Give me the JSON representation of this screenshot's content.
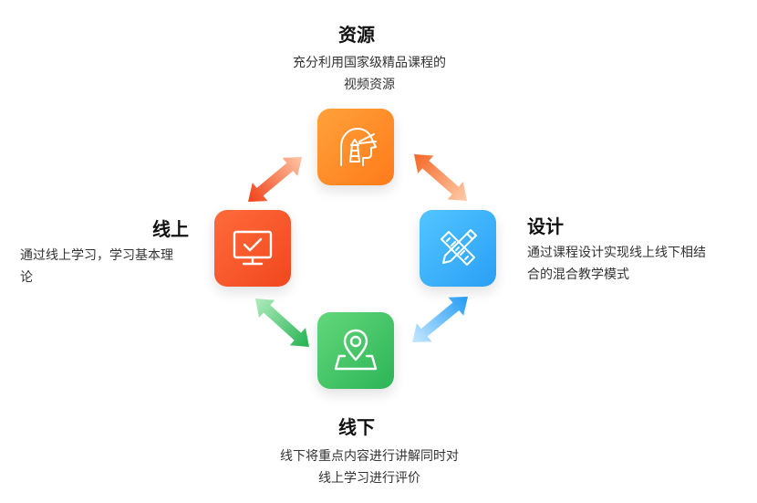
{
  "nodes": {
    "resources": {
      "title": "资源",
      "desc_line1": "充分利用国家级精品课程的",
      "desc_line2": "视频资源",
      "color_from": "#ffa23a",
      "color_to": "#ff7a1a",
      "icon": "lighthouse-head-icon"
    },
    "design": {
      "title": "设计",
      "desc_line1": "通过课程设计实现线上线下相结",
      "desc_line2": "合的混合教学模式",
      "color_from": "#52c5ff",
      "color_to": "#2a9ff5",
      "icon": "ruler-pencil-icon"
    },
    "offline": {
      "title": "线下",
      "desc_line1": "线下将重点内容进行讲解同时对",
      "desc_line2": "线上学习进行评价",
      "color_from": "#62d77a",
      "color_to": "#2cb557",
      "icon": "map-pin-icon"
    },
    "online": {
      "title": "线上",
      "desc_line1": "通过线上学习，学习基本理",
      "desc_line2": "论",
      "color_from": "#ff6b3a",
      "color_to": "#f0471f",
      "icon": "monitor-check-icon"
    }
  },
  "arrow_colors": {
    "top_left": "#f36a3a",
    "top_right": "#f58a4a",
    "bottom_left": "#3fc46a",
    "bottom_right": "#47aef2"
  }
}
